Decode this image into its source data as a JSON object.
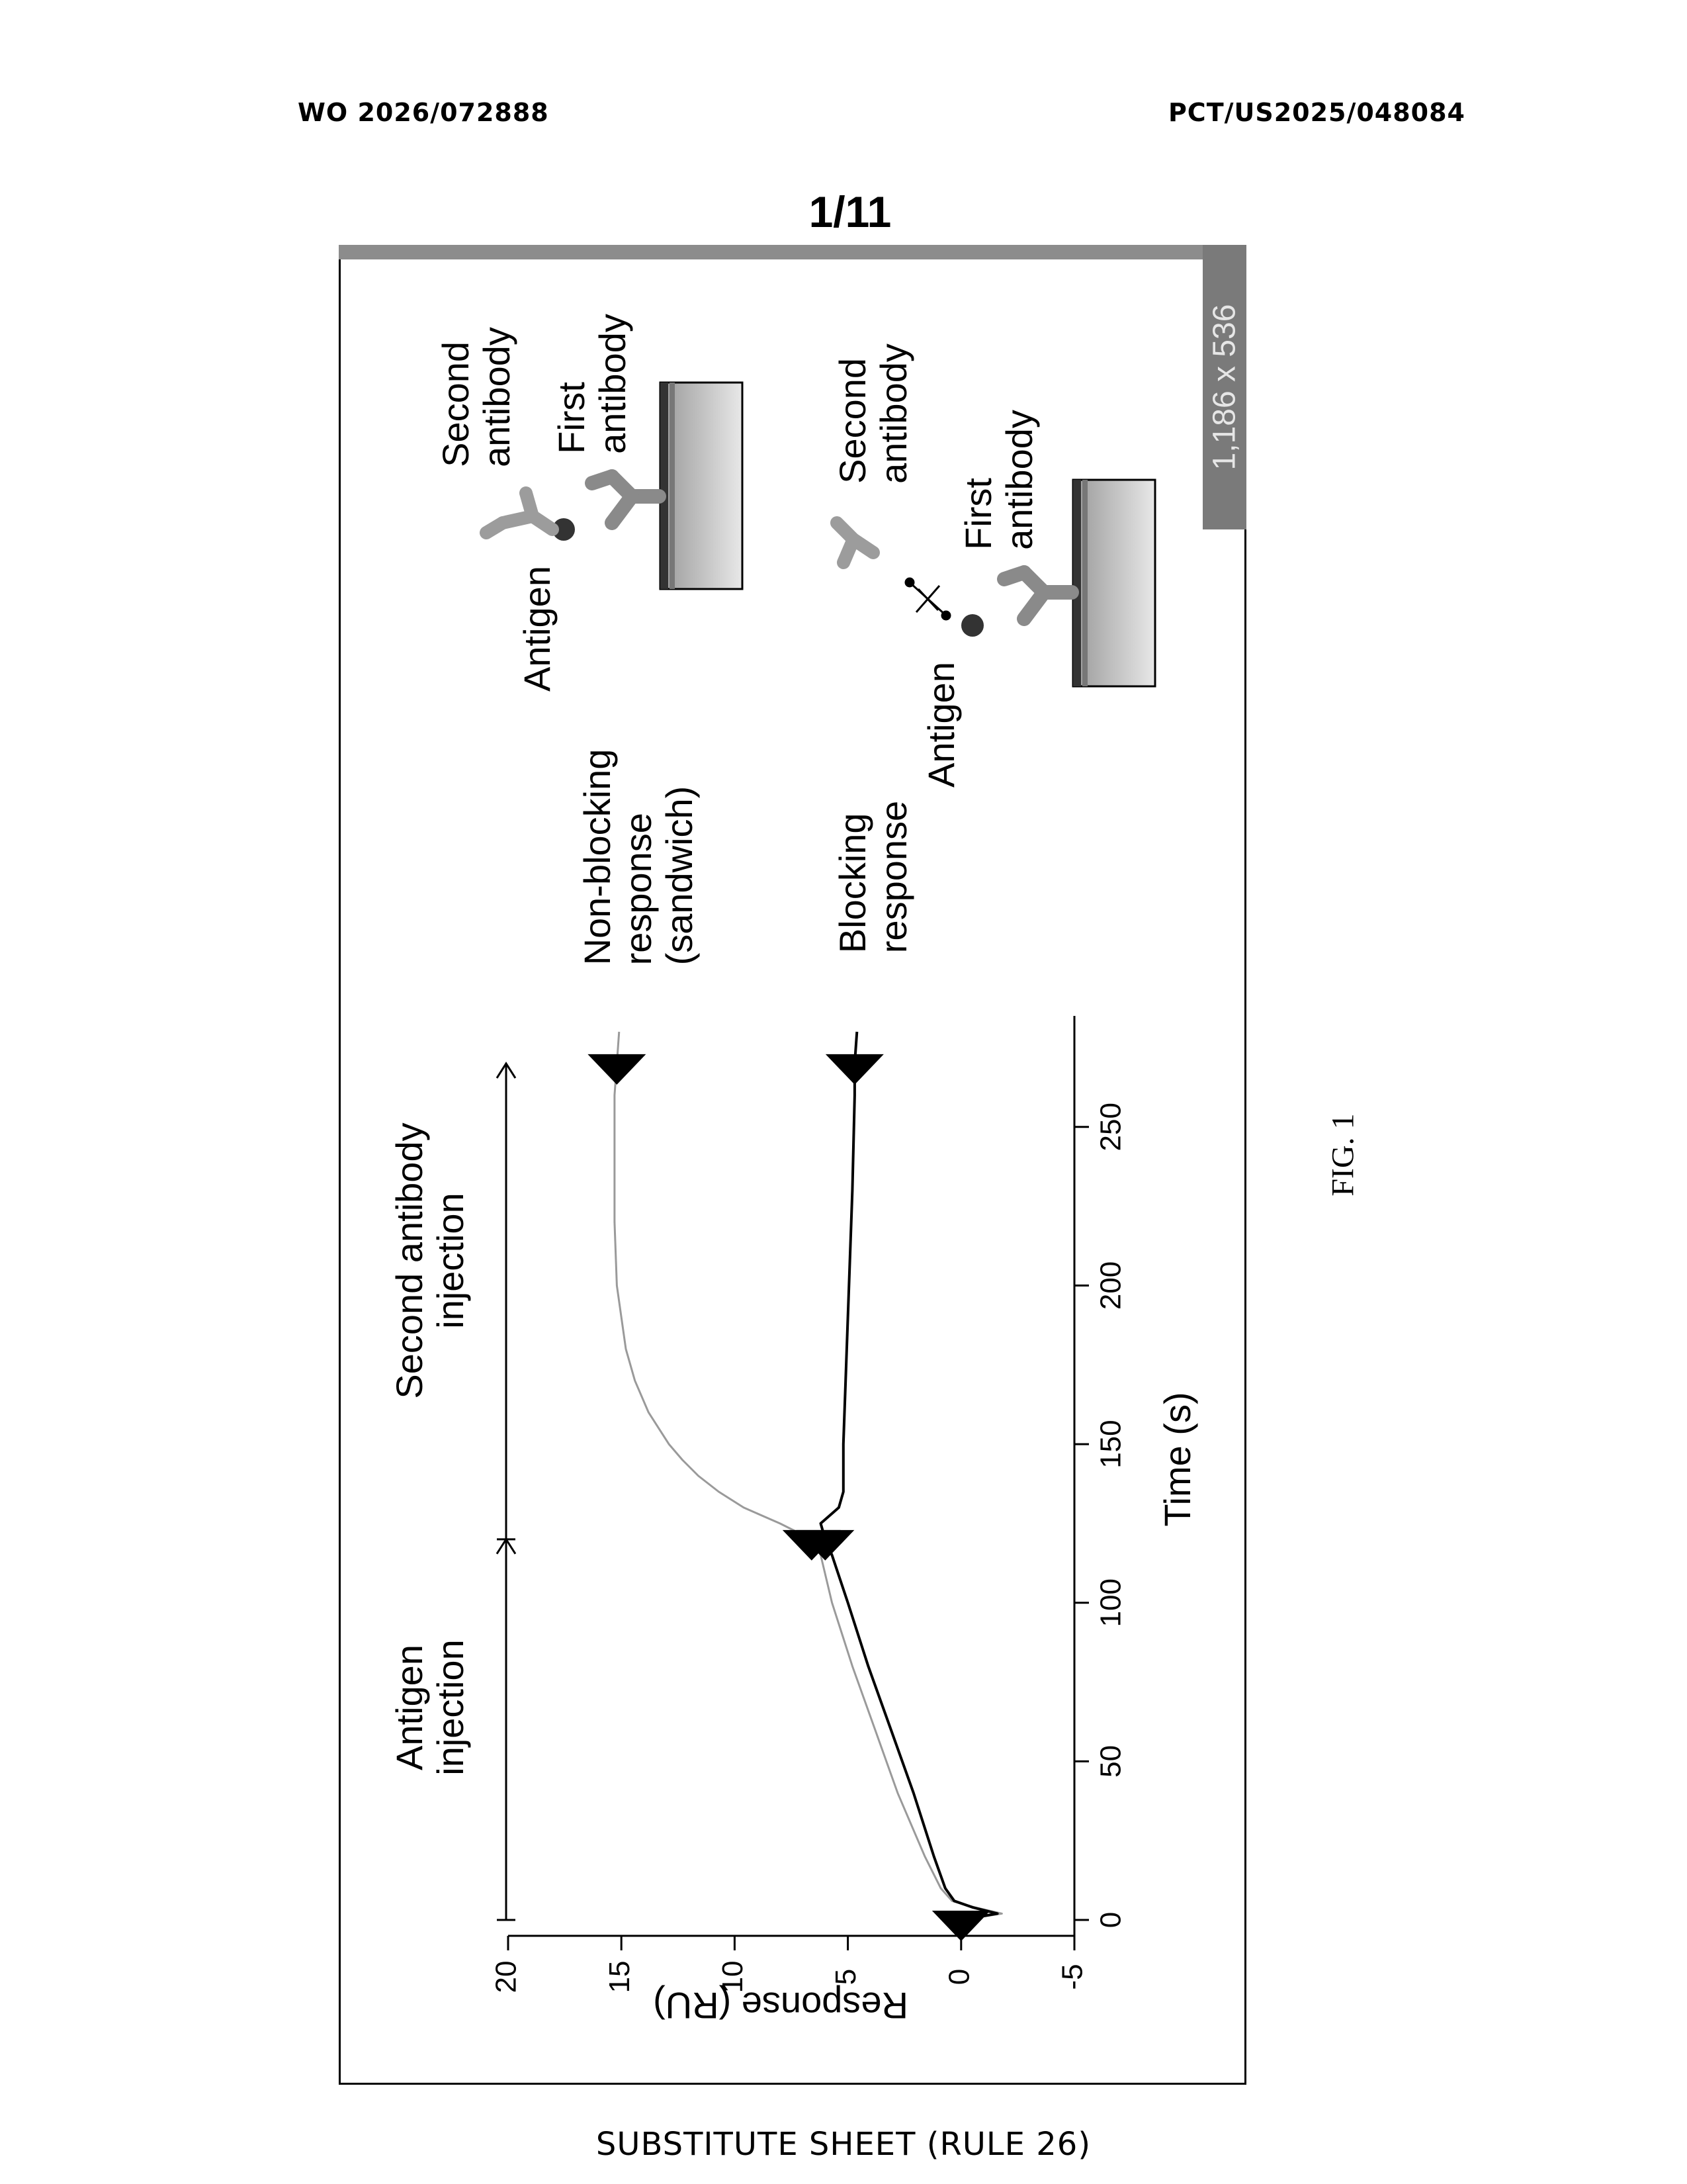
{
  "header": {
    "left": "WO 2026/072888",
    "right": "PCT/US2025/048084"
  },
  "sheet_number": "1/11",
  "footer": "SUBSTITUTE SHEET (RULE 26)",
  "figure_label": "FIG. 1",
  "stamp": "1,186 x 536",
  "annotations": {
    "antigen_injection": [
      "Antigen",
      "injection"
    ],
    "second_injection": [
      "Second antibody",
      "injection"
    ],
    "nonblocking": [
      "Non-blocking",
      "response",
      "(sandwich)"
    ],
    "blocking": [
      "Blocking",
      "response"
    ]
  },
  "diagram_top": {
    "antigen": "Antigen",
    "second_antibody": [
      "Second",
      "antibody"
    ],
    "first_antibody": [
      "First",
      "antibody"
    ]
  },
  "diagram_bottom": {
    "antigen": "Antigen",
    "second_antibody": [
      "Second",
      "antibody"
    ],
    "first_antibody": [
      "First",
      "antibody"
    ]
  },
  "colors": {
    "nonblocking_line": "#9a9a9a",
    "blocking_line": "#000000",
    "frame_shade": "#8c8c8c"
  },
  "chart_data": {
    "type": "line",
    "orientation": "rotated 90 degrees counter-clockwise",
    "xlabel": "Time (s)",
    "ylabel": "Response (RU)",
    "xlim": [
      -5,
      285
    ],
    "ylim": [
      -5,
      20
    ],
    "xticks": [
      0,
      50,
      100,
      150,
      200,
      250
    ],
    "yticks": [
      -5,
      0,
      5,
      10,
      15,
      20
    ],
    "series": [
      {
        "name": "Non-blocking response (sandwich)",
        "x": [
          0,
          2,
          4,
          6,
          10,
          20,
          40,
          60,
          80,
          100,
          115,
          120,
          125,
          130,
          135,
          140,
          145,
          150,
          160,
          170,
          180,
          200,
          220,
          240,
          260,
          270,
          280
        ],
        "y": [
          0,
          -1.8,
          -0.6,
          0.4,
          0.9,
          1.6,
          2.8,
          3.8,
          4.8,
          5.7,
          6.2,
          6.6,
          8.0,
          9.6,
          10.7,
          11.6,
          12.3,
          12.9,
          13.8,
          14.4,
          14.8,
          15.2,
          15.3,
          15.3,
          15.3,
          15.2,
          15.1
        ]
      },
      {
        "name": "Blocking response",
        "x": [
          0,
          2,
          4,
          6,
          10,
          20,
          40,
          60,
          80,
          100,
          115,
          120,
          125,
          130,
          135,
          150,
          170,
          200,
          230,
          260,
          270,
          280
        ],
        "y": [
          0,
          -1.6,
          -0.5,
          0.3,
          0.7,
          1.2,
          2.1,
          3.1,
          4.1,
          5.0,
          5.7,
          6.0,
          6.2,
          5.4,
          5.2,
          5.2,
          5.1,
          4.95,
          4.8,
          4.7,
          4.7,
          4.6
        ]
      }
    ],
    "injection_markers_x": [
      0,
      120,
      120,
      270,
      270
    ],
    "injection_markers_series": [
      "both",
      "Non-blocking response (sandwich)",
      "Blocking response",
      "Non-blocking response (sandwich)",
      "Blocking response"
    ],
    "phases": [
      {
        "label": "Antigen injection",
        "x_start": 0,
        "x_end": 120
      },
      {
        "label": "Second antibody injection",
        "x_start": 120,
        "x_end": 270
      }
    ]
  }
}
